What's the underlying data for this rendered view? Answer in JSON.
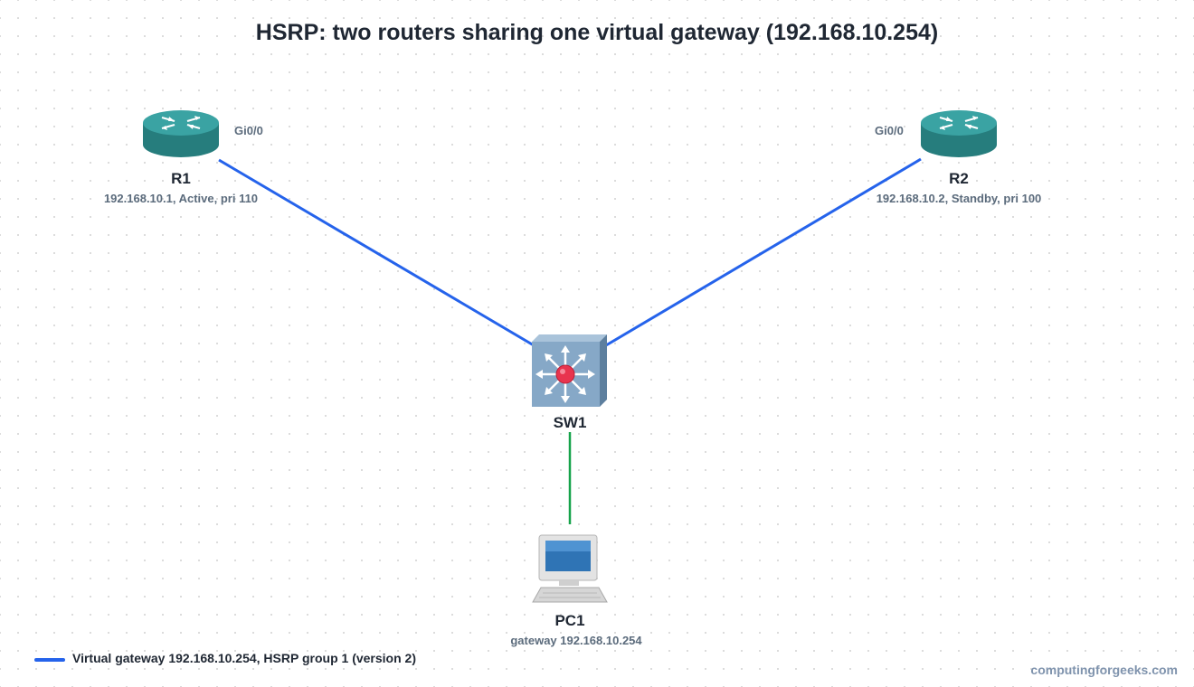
{
  "title": "HSRP: two routers sharing one virtual gateway (192.168.10.254)",
  "colors": {
    "hsrp_link": "#2563eb",
    "access_link": "#16a34a",
    "router_body": "#2e8b8b",
    "switch_body": "#7fa3c4",
    "switch_center": "#e8344e"
  },
  "nodes": {
    "r1": {
      "name": "R1",
      "detail": "192.168.10.1, Active, pri 110",
      "iface": "Gi0/0",
      "icon": "router-icon"
    },
    "r2": {
      "name": "R2",
      "detail": "192.168.10.2, Standby, pri 100",
      "iface": "Gi0/0",
      "icon": "router-icon"
    },
    "sw1": {
      "name": "SW1",
      "icon": "layer3-switch-icon"
    },
    "pc1": {
      "name": "PC1",
      "detail": "gateway 192.168.10.254",
      "icon": "workstation-icon"
    }
  },
  "legend": {
    "label": "Virtual gateway 192.168.10.254, HSRP group 1 (version 2)"
  },
  "watermark": "computingforgeeks.com"
}
